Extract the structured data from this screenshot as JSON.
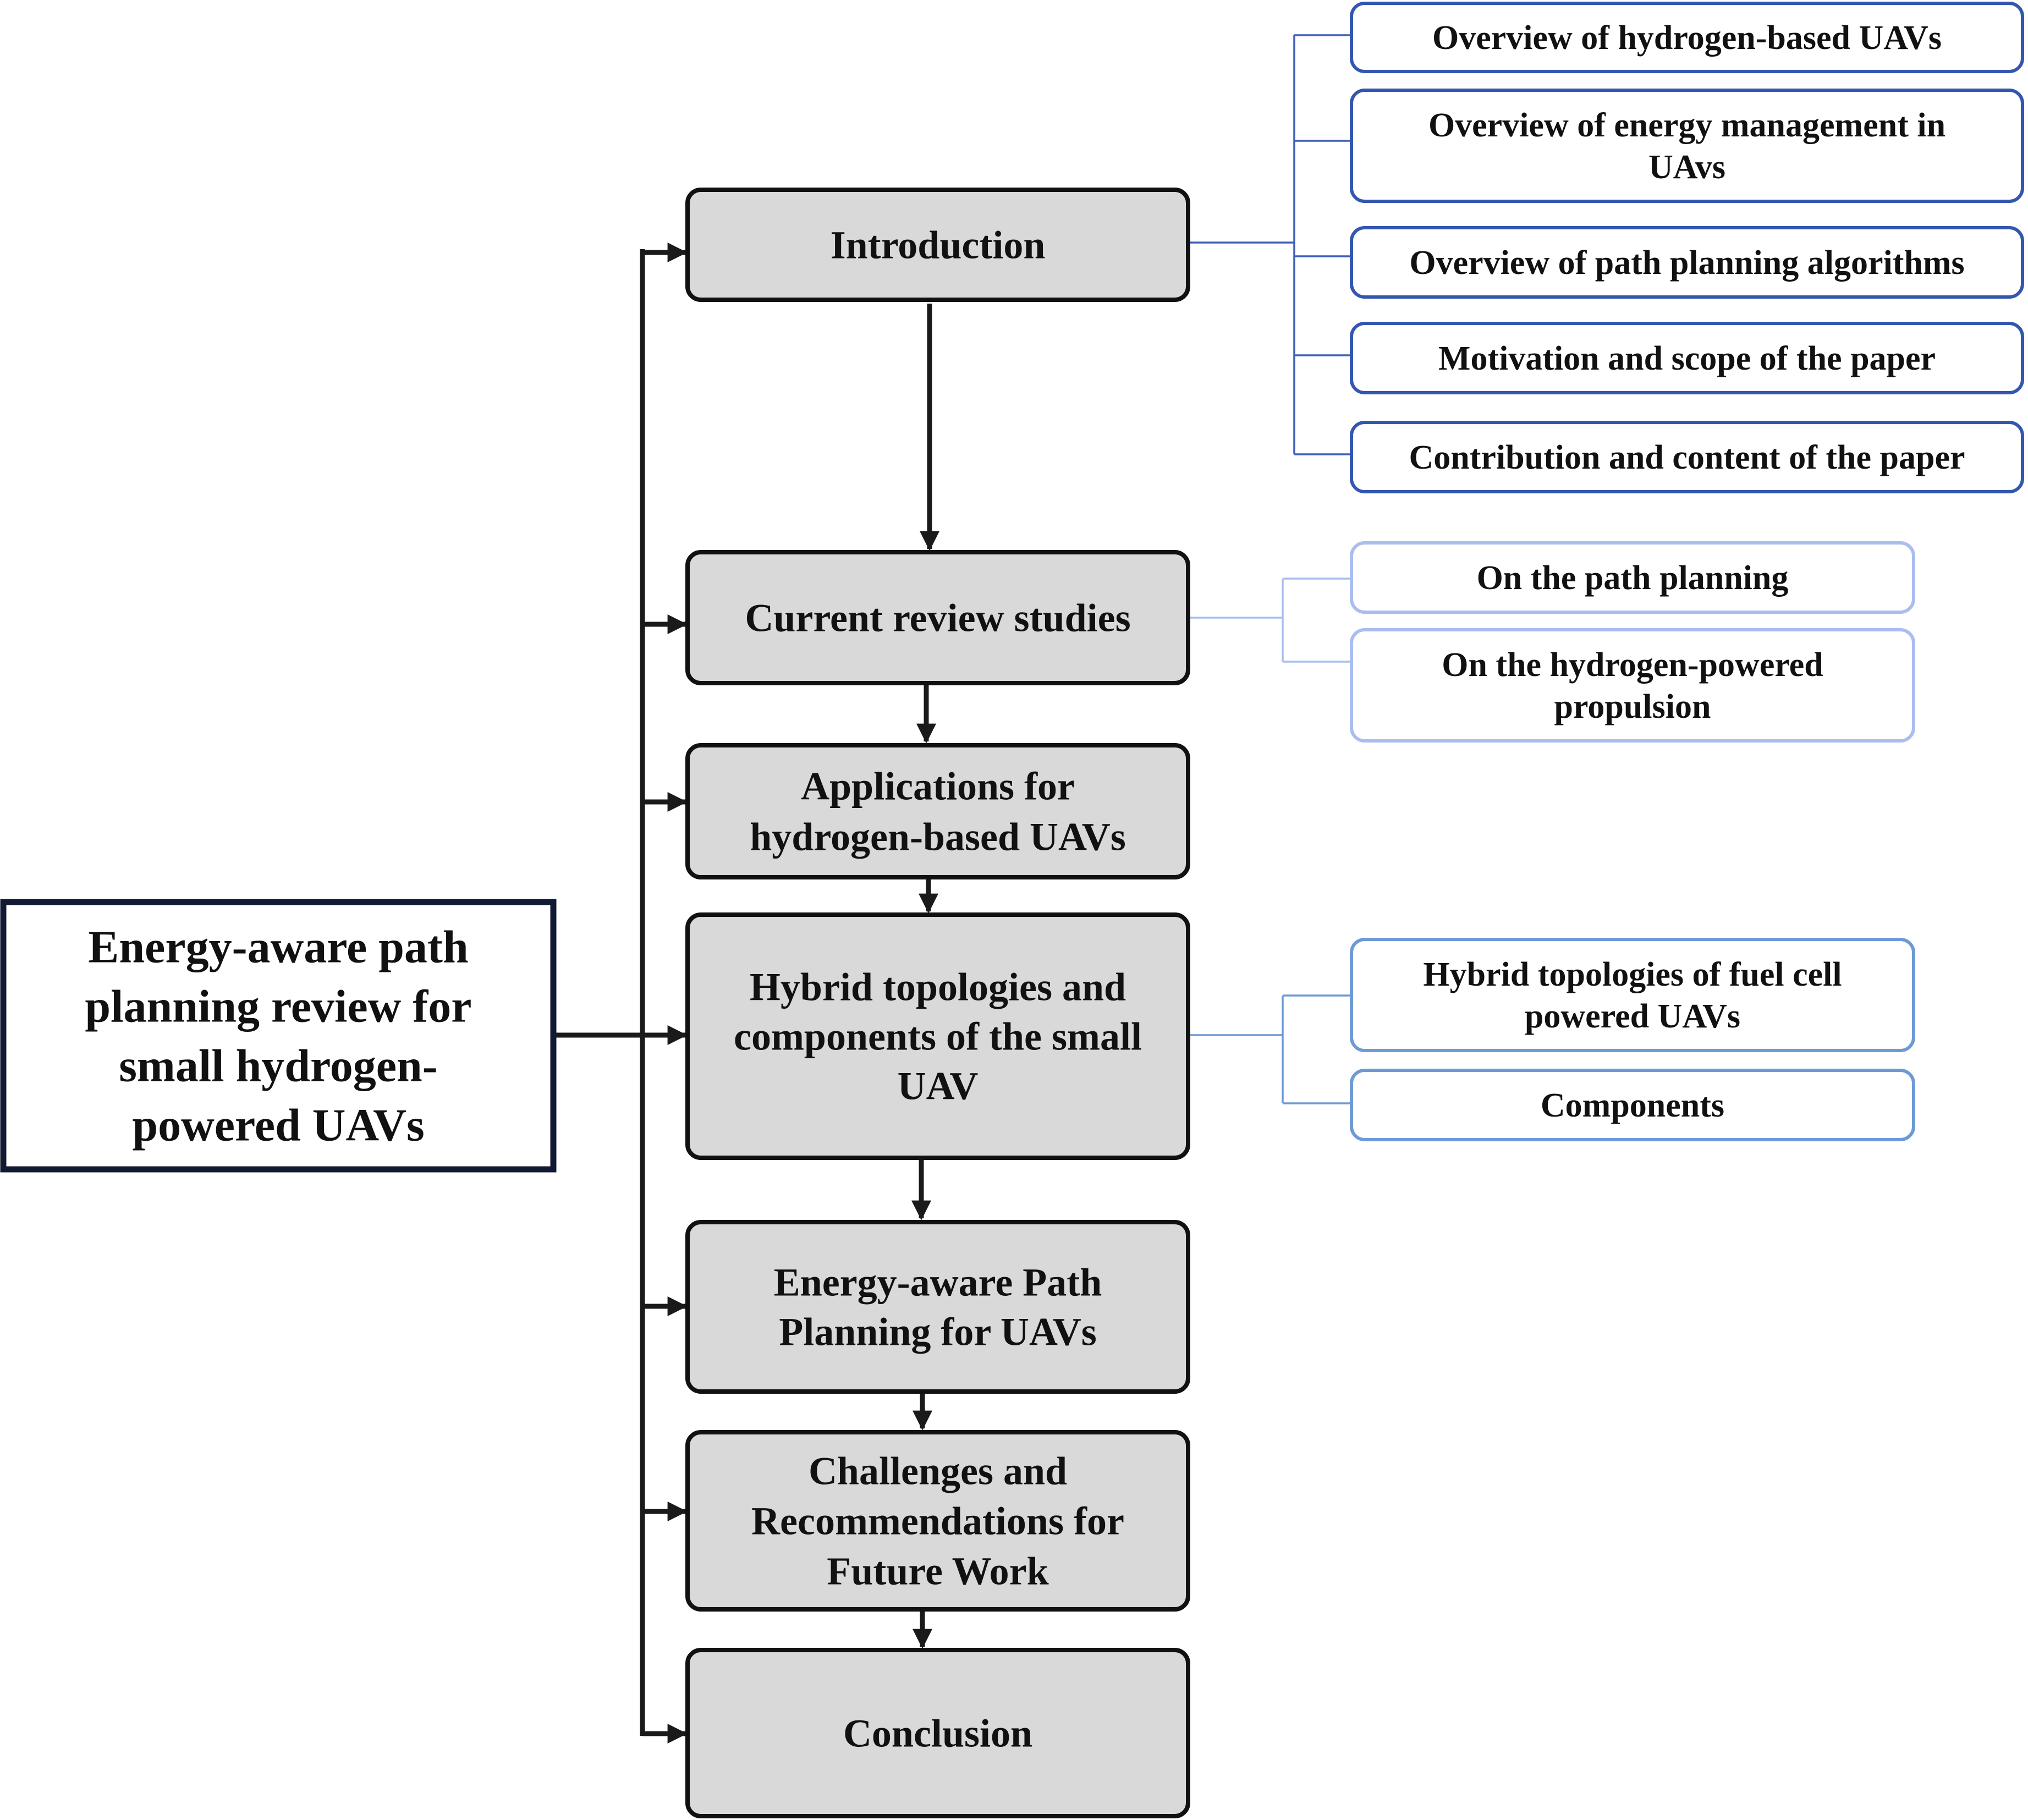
{
  "root": {
    "lines": [
      "Energy-aware path",
      "planning review for",
      "small hydrogen-",
      "powered UAVs"
    ]
  },
  "sections": [
    {
      "id": "introduction",
      "lines": [
        "Introduction"
      ]
    },
    {
      "id": "current-review-studies",
      "lines": [
        "Current review studies"
      ]
    },
    {
      "id": "applications",
      "lines": [
        "Applications for",
        "hydrogen-based UAVs"
      ]
    },
    {
      "id": "hybrid-topologies",
      "lines": [
        "Hybrid topologies and",
        "components of the small",
        "UAV"
      ]
    },
    {
      "id": "energy-aware-path-planning",
      "lines": [
        "Energy-aware Path",
        "Planning for UAVs"
      ]
    },
    {
      "id": "challenges",
      "lines": [
        "Challenges and",
        "Recommendations for",
        "Future Work"
      ]
    },
    {
      "id": "conclusion",
      "lines": [
        "Conclusion"
      ]
    }
  ],
  "subsections": {
    "introduction": [
      {
        "lines": [
          "Overview of hydrogen-based UAVs"
        ]
      },
      {
        "lines": [
          "Overview of energy management in",
          "UAvs"
        ]
      },
      {
        "lines": [
          "Overview of path planning algorithms"
        ]
      },
      {
        "lines": [
          "Motivation and scope of the paper"
        ]
      },
      {
        "lines": [
          "Contribution and content of the paper"
        ]
      }
    ],
    "current_review_studies": [
      {
        "lines": [
          "On the path planning"
        ]
      },
      {
        "lines": [
          "On the hydrogen-powered",
          "propulsion"
        ]
      }
    ],
    "hybrid_topologies": [
      {
        "lines": [
          "Hybrid topologies of fuel cell",
          "powered UAVs"
        ]
      },
      {
        "lines": [
          "Components"
        ]
      }
    ]
  },
  "colors": {
    "main_fill": "#d9d9d9",
    "main_border": "#111111",
    "root_border": "#111a33",
    "intro_sub_border": "#3356b0",
    "review_sub_border": "#a9bdf0",
    "hybrid_sub_border": "#6d9ad6",
    "arrow": "#1a1a1a"
  }
}
